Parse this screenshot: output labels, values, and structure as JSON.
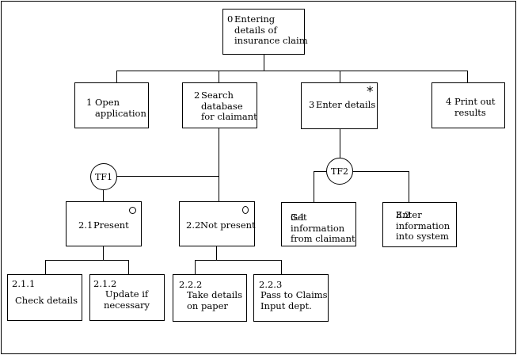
{
  "diagram": {
    "root": {
      "number": "0",
      "label": "Entering\ndetails of\ninsurance claim"
    },
    "nodes": {
      "n1": {
        "number": "1",
        "label": "Open\napplication"
      },
      "n2": {
        "number": "2",
        "label": "Search\ndatabase\nfor claimant"
      },
      "n3": {
        "number": "3",
        "label": "Enter details",
        "marker": "*"
      },
      "n4": {
        "number": "4",
        "label": "Print out\nresults"
      },
      "n21": {
        "number": "2.1",
        "label": "Present",
        "marker": "o"
      },
      "n22": {
        "number": "2.2",
        "label": "Not present",
        "marker": "o"
      },
      "n31": {
        "number": "3.1",
        "label": "Get\ninformation\nfrom claimant"
      },
      "n32": {
        "number": "3.2",
        "label": "Enter\ninformation\ninto system"
      },
      "n211": {
        "number": "2.1.1",
        "label": "Check details"
      },
      "n212": {
        "number": "2.1.2",
        "label": "Update if\nnecessary"
      },
      "n222": {
        "number": "2.2.2",
        "label": "Take details\non paper"
      },
      "n223": {
        "number": "2.2.3",
        "label": "Pass to Claims\nInput dept."
      }
    },
    "tf1": "TF1",
    "tf2": "TF2"
  }
}
